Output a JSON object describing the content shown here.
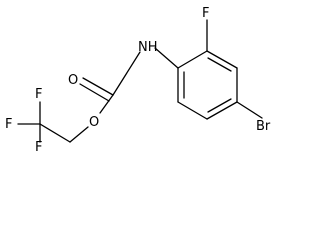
{
  "molecule": {
    "labels": {
      "nh": "NH",
      "o_carbonyl": "O",
      "o_ester": "O",
      "f_top": "F",
      "f_left": "F",
      "f_bottom": "F",
      "f_ring": "F",
      "br": "Br"
    }
  }
}
